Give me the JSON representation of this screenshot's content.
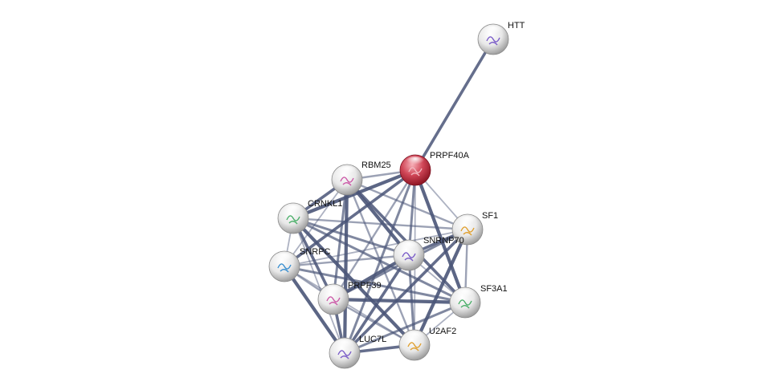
{
  "network": {
    "nodes": [
      {
        "id": "HTT",
        "label": "HTT",
        "query": false
      },
      {
        "id": "PRPF40A",
        "label": "PRPF40A",
        "query": true
      },
      {
        "id": "RBM25",
        "label": "RBM25",
        "query": false
      },
      {
        "id": "CRNKL1",
        "label": "CRNKL1",
        "query": false
      },
      {
        "id": "SF1",
        "label": "SF1",
        "query": false
      },
      {
        "id": "SNRNP70",
        "label": "SNRNP70",
        "query": false
      },
      {
        "id": "SNRPC",
        "label": "SNRPC",
        "query": false
      },
      {
        "id": "PRPF39",
        "label": "PRPF39",
        "query": false
      },
      {
        "id": "SF3A1",
        "label": "SF3A1",
        "query": false
      },
      {
        "id": "U2AF2",
        "label": "U2AF2",
        "query": false
      },
      {
        "id": "LUC7L",
        "label": "LUC7L",
        "query": false
      }
    ],
    "edges": [
      [
        "HTT",
        "PRPF40A"
      ],
      [
        "PRPF40A",
        "RBM25"
      ],
      [
        "PRPF40A",
        "CRNKL1"
      ],
      [
        "PRPF40A",
        "SF1"
      ],
      [
        "PRPF40A",
        "SNRNP70"
      ],
      [
        "PRPF40A",
        "SNRPC"
      ],
      [
        "PRPF40A",
        "PRPF39"
      ],
      [
        "PRPF40A",
        "SF3A1"
      ],
      [
        "PRPF40A",
        "U2AF2"
      ],
      [
        "PRPF40A",
        "LUC7L"
      ],
      [
        "RBM25",
        "CRNKL1"
      ],
      [
        "RBM25",
        "SF1"
      ],
      [
        "RBM25",
        "SNRNP70"
      ],
      [
        "RBM25",
        "SNRPC"
      ],
      [
        "RBM25",
        "PRPF39"
      ],
      [
        "RBM25",
        "SF3A1"
      ],
      [
        "RBM25",
        "U2AF2"
      ],
      [
        "RBM25",
        "LUC7L"
      ],
      [
        "CRNKL1",
        "SNRPC"
      ],
      [
        "CRNKL1",
        "SNRNP70"
      ],
      [
        "CRNKL1",
        "PRPF39"
      ],
      [
        "CRNKL1",
        "SF1"
      ],
      [
        "CRNKL1",
        "U2AF2"
      ],
      [
        "CRNKL1",
        "LUC7L"
      ],
      [
        "CRNKL1",
        "SF3A1"
      ],
      [
        "SF1",
        "SNRNP70"
      ],
      [
        "SF1",
        "SF3A1"
      ],
      [
        "SF1",
        "U2AF2"
      ],
      [
        "SF1",
        "SNRPC"
      ],
      [
        "SF1",
        "PRPF39"
      ],
      [
        "SF1",
        "LUC7L"
      ],
      [
        "SNRNP70",
        "SNRPC"
      ],
      [
        "SNRNP70",
        "PRPF39"
      ],
      [
        "SNRNP70",
        "SF3A1"
      ],
      [
        "SNRNP70",
        "U2AF2"
      ],
      [
        "SNRNP70",
        "LUC7L"
      ],
      [
        "SNRPC",
        "PRPF39"
      ],
      [
        "SNRPC",
        "LUC7L"
      ],
      [
        "SNRPC",
        "U2AF2"
      ],
      [
        "SNRPC",
        "SF3A1"
      ],
      [
        "PRPF39",
        "LUC7L"
      ],
      [
        "PRPF39",
        "U2AF2"
      ],
      [
        "PRPF39",
        "SF3A1"
      ],
      [
        "SF3A1",
        "U2AF2"
      ],
      [
        "SF3A1",
        "LUC7L"
      ],
      [
        "U2AF2",
        "LUC7L"
      ]
    ],
    "colors": {
      "edge": "#4a5578",
      "node": "#e4e4e4",
      "query_node": "#c23040",
      "label": "#111111"
    }
  }
}
